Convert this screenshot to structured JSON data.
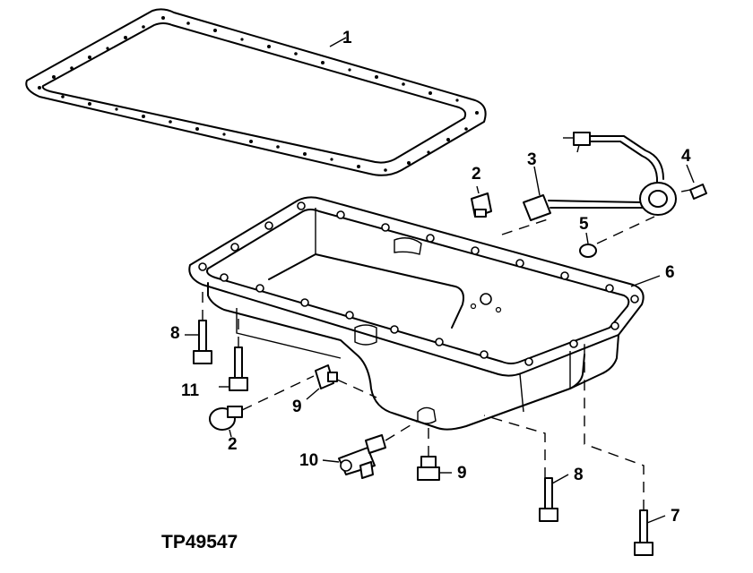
{
  "figure_id": "TP49547",
  "colors": {
    "ink": "#000000",
    "background": "#ffffff"
  },
  "callouts": [
    {
      "label": "1",
      "part": "gasket"
    },
    {
      "label": "2",
      "part": "plug-upper"
    },
    {
      "label": "3",
      "part": "sensor"
    },
    {
      "label": "4",
      "part": "bolt-right"
    },
    {
      "label": "5",
      "part": "o-ring"
    },
    {
      "label": "6",
      "part": "oil-pan"
    },
    {
      "label": "8",
      "part": "cap-screw-left"
    },
    {
      "label": "11",
      "part": "cap-screw-small"
    },
    {
      "label": "9",
      "part": "fitting-left"
    },
    {
      "label": "2",
      "part": "plug-lower"
    },
    {
      "label": "10",
      "part": "elbow-fitting"
    },
    {
      "label": "9",
      "part": "fitting-bottom"
    },
    {
      "label": "8",
      "part": "cap-screw-right"
    },
    {
      "label": "7",
      "part": "cap-screw-far-right"
    }
  ]
}
